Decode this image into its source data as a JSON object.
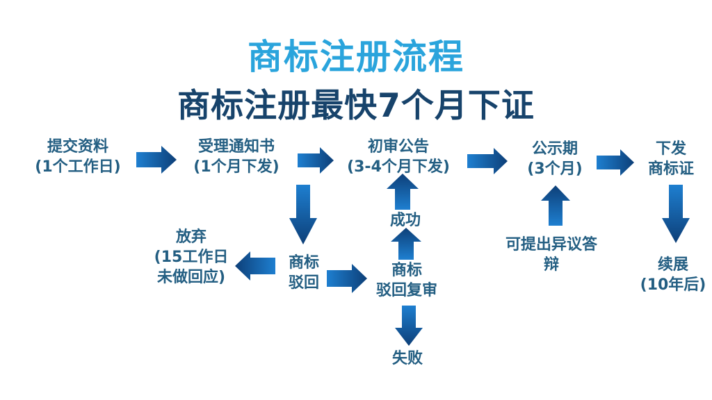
{
  "title": "商标注册流程",
  "subtitle": "商标注册最快7个月下证",
  "colors": {
    "title": "#2aa4dc",
    "subtitle": "#17436b",
    "node_text": "#235e82",
    "arrow_light": "#1e7fd0",
    "arrow_dark": "#0d3f78"
  },
  "nodes": {
    "submit": {
      "line1": "提交资料",
      "line2": "(1个工作日)"
    },
    "acceptance": {
      "line1": "受理通知书",
      "line2": "(1个月下发)"
    },
    "preliminary": {
      "line1": "初审公告",
      "line2": "(3-4个月下发)"
    },
    "publicity": {
      "line1": "公示期",
      "line2": "(3个月)"
    },
    "issue": {
      "line1": "下发",
      "line2": "商标证"
    },
    "abandon": {
      "line1": "放弃",
      "line2": "(15工作日",
      "line3": "未做回应)"
    },
    "rejection": {
      "line1": "商标",
      "line2": "驳回"
    },
    "review": {
      "line1": "商标",
      "line2": "驳回复审"
    },
    "success": {
      "line1": "成功"
    },
    "failure": {
      "line1": "失败"
    },
    "objection": {
      "line1": "可提出异议答",
      "line2": "辩"
    },
    "renewal": {
      "line1": "续展",
      "line2": "(10年后)"
    }
  },
  "edges": [
    {
      "from": "submit",
      "to": "acceptance",
      "direction": "right"
    },
    {
      "from": "acceptance",
      "to": "preliminary",
      "direction": "right"
    },
    {
      "from": "preliminary",
      "to": "publicity",
      "direction": "right"
    },
    {
      "from": "publicity",
      "to": "issue",
      "direction": "right"
    },
    {
      "from": "acceptance",
      "to": "rejection",
      "direction": "down"
    },
    {
      "from": "rejection",
      "to": "abandon",
      "direction": "left"
    },
    {
      "from": "rejection",
      "to": "review",
      "direction": "right"
    },
    {
      "from": "review",
      "to": "success",
      "direction": "up"
    },
    {
      "from": "success",
      "to": "preliminary",
      "direction": "up"
    },
    {
      "from": "review",
      "to": "failure",
      "direction": "down"
    },
    {
      "from": "objection",
      "to": "publicity",
      "direction": "up"
    },
    {
      "from": "issue",
      "to": "renewal",
      "direction": "down"
    }
  ]
}
